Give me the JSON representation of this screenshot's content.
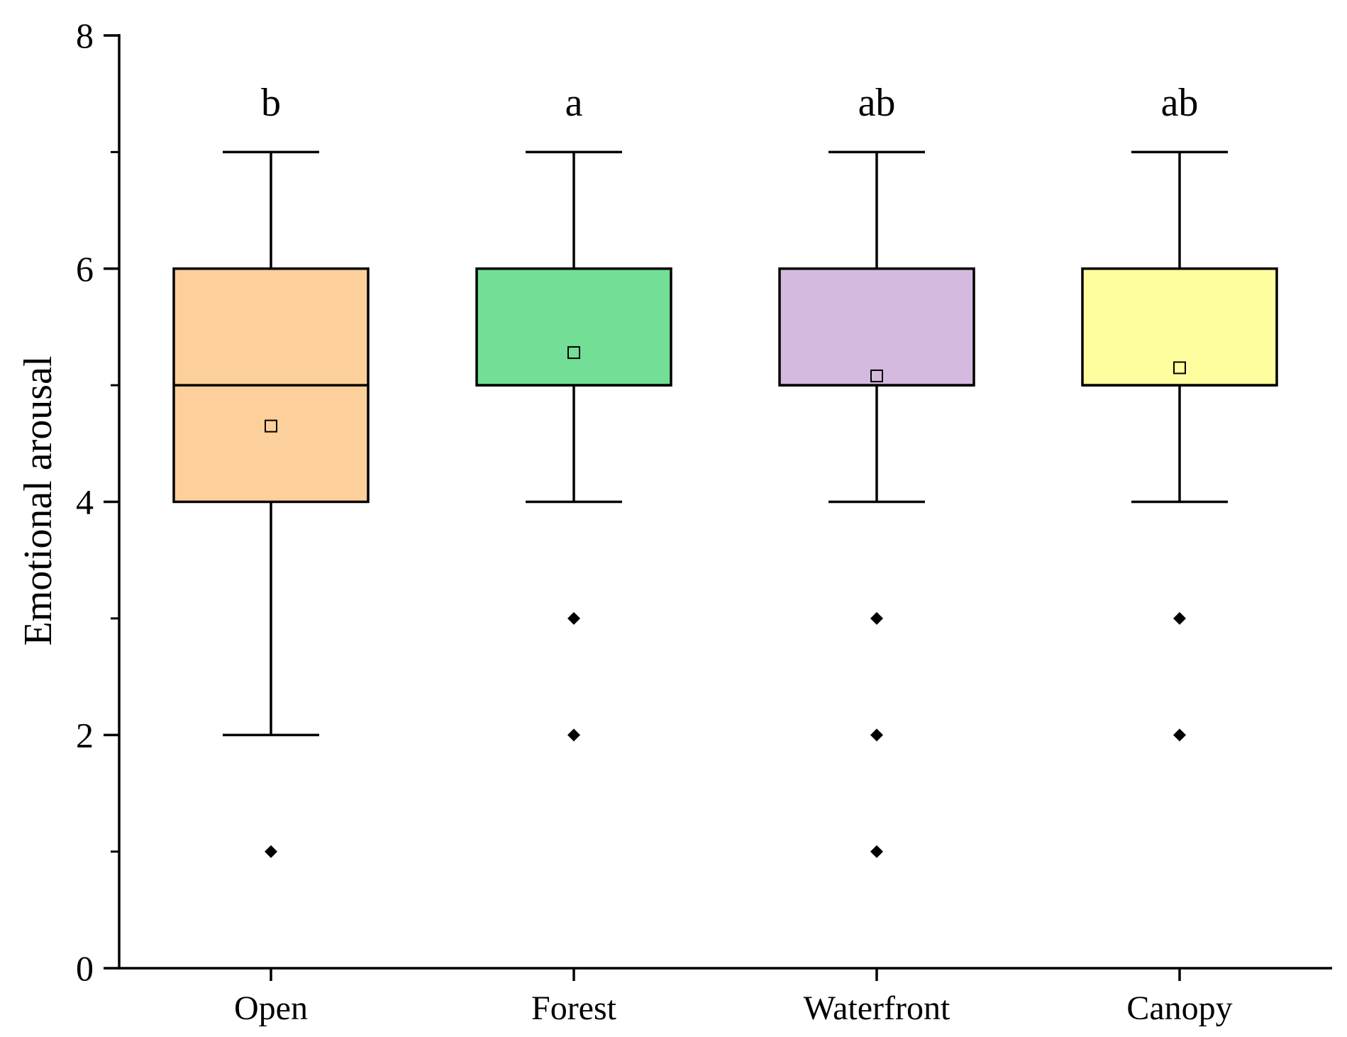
{
  "chart_data": {
    "type": "box",
    "title": "",
    "xlabel": "",
    "ylabel": "Emotional arousal",
    "ylim": [
      0,
      8
    ],
    "yticks": [
      0,
      2,
      4,
      6,
      8
    ],
    "yticks_minor": [
      1,
      3,
      5,
      7
    ],
    "grid": false,
    "legend": "none",
    "categories": [
      "Open",
      "Forest",
      "Waterfront",
      "Canopy"
    ],
    "series": [
      {
        "category": "Open",
        "whisker_low": 2,
        "q1": 4,
        "median": 5,
        "q3": 6,
        "whisker_high": 7,
        "mean": 4.65,
        "outliers": [
          1
        ],
        "significance": "b",
        "color": "#FDCF9A"
      },
      {
        "category": "Forest",
        "whisker_low": 4,
        "q1": 5,
        "median": 5,
        "q3": 6,
        "whisker_high": 7,
        "mean": 5.28,
        "outliers": [
          2,
          3
        ],
        "significance": "a",
        "color": "#73DE95"
      },
      {
        "category": "Waterfront",
        "whisker_low": 4,
        "q1": 5,
        "median": 5,
        "q3": 6,
        "whisker_high": 7,
        "mean": 5.08,
        "outliers": [
          1,
          2,
          3
        ],
        "significance": "ab",
        "color": "#D4BADF"
      },
      {
        "category": "Canopy",
        "whisker_low": 4,
        "q1": 5,
        "median": 5,
        "q3": 6,
        "whisker_high": 7,
        "mean": 5.15,
        "outliers": [
          2,
          3
        ],
        "significance": "ab",
        "color": "#FFFE9F"
      }
    ]
  }
}
